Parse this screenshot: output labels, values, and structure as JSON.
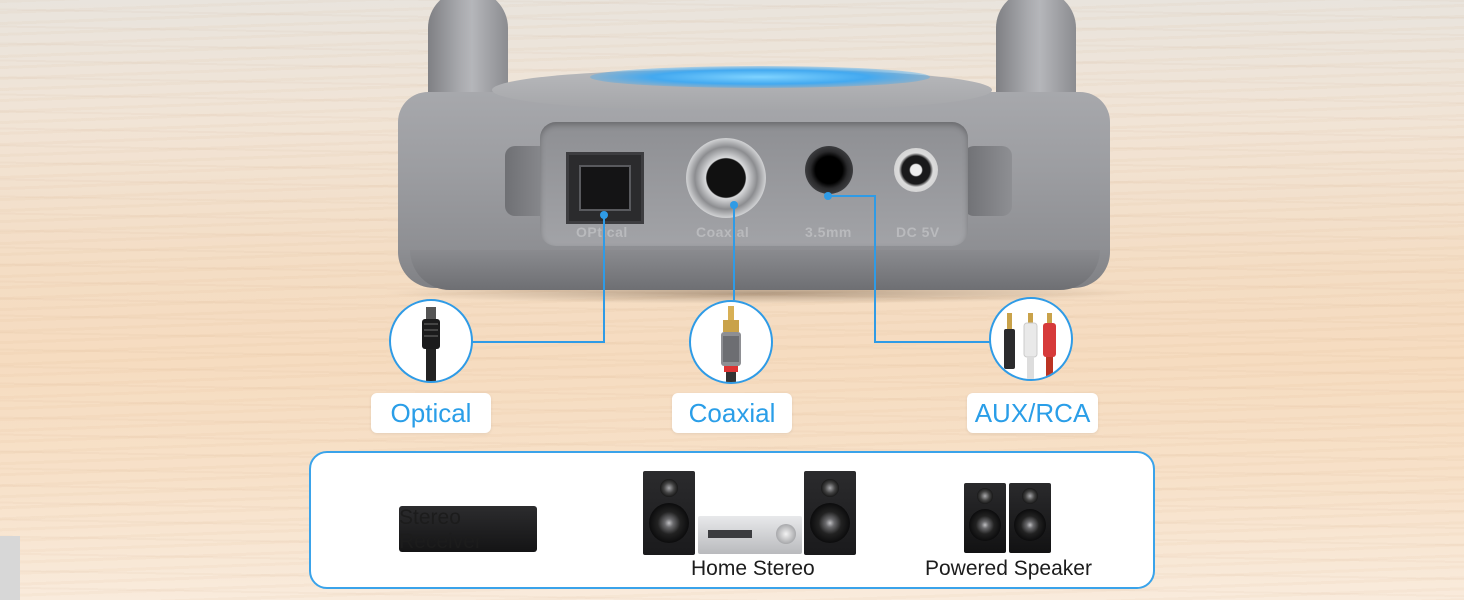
{
  "device": {
    "ports": {
      "optical": "OPtical",
      "coaxial": "Coaxial",
      "aux": "3.5mm",
      "dc": "DC 5V"
    }
  },
  "connectors": {
    "optical": "Optical",
    "coaxial": "Coaxial",
    "auxrca": "AUX/RCA"
  },
  "devices": {
    "receiver": "Stereo Receiver",
    "home_stereo": "Home Stereo",
    "powered_speaker": "Powered Speaker"
  },
  "colors": {
    "accent": "#2a9ee8",
    "line": "#2f9be6",
    "device_gray": "#9c9da1",
    "glow": "#43a9f0"
  },
  "icons": {
    "optical": "toslink-plug-icon",
    "coaxial": "rca-coaxial-plug-icon",
    "auxrca": "aux-rca-plug-icon"
  }
}
